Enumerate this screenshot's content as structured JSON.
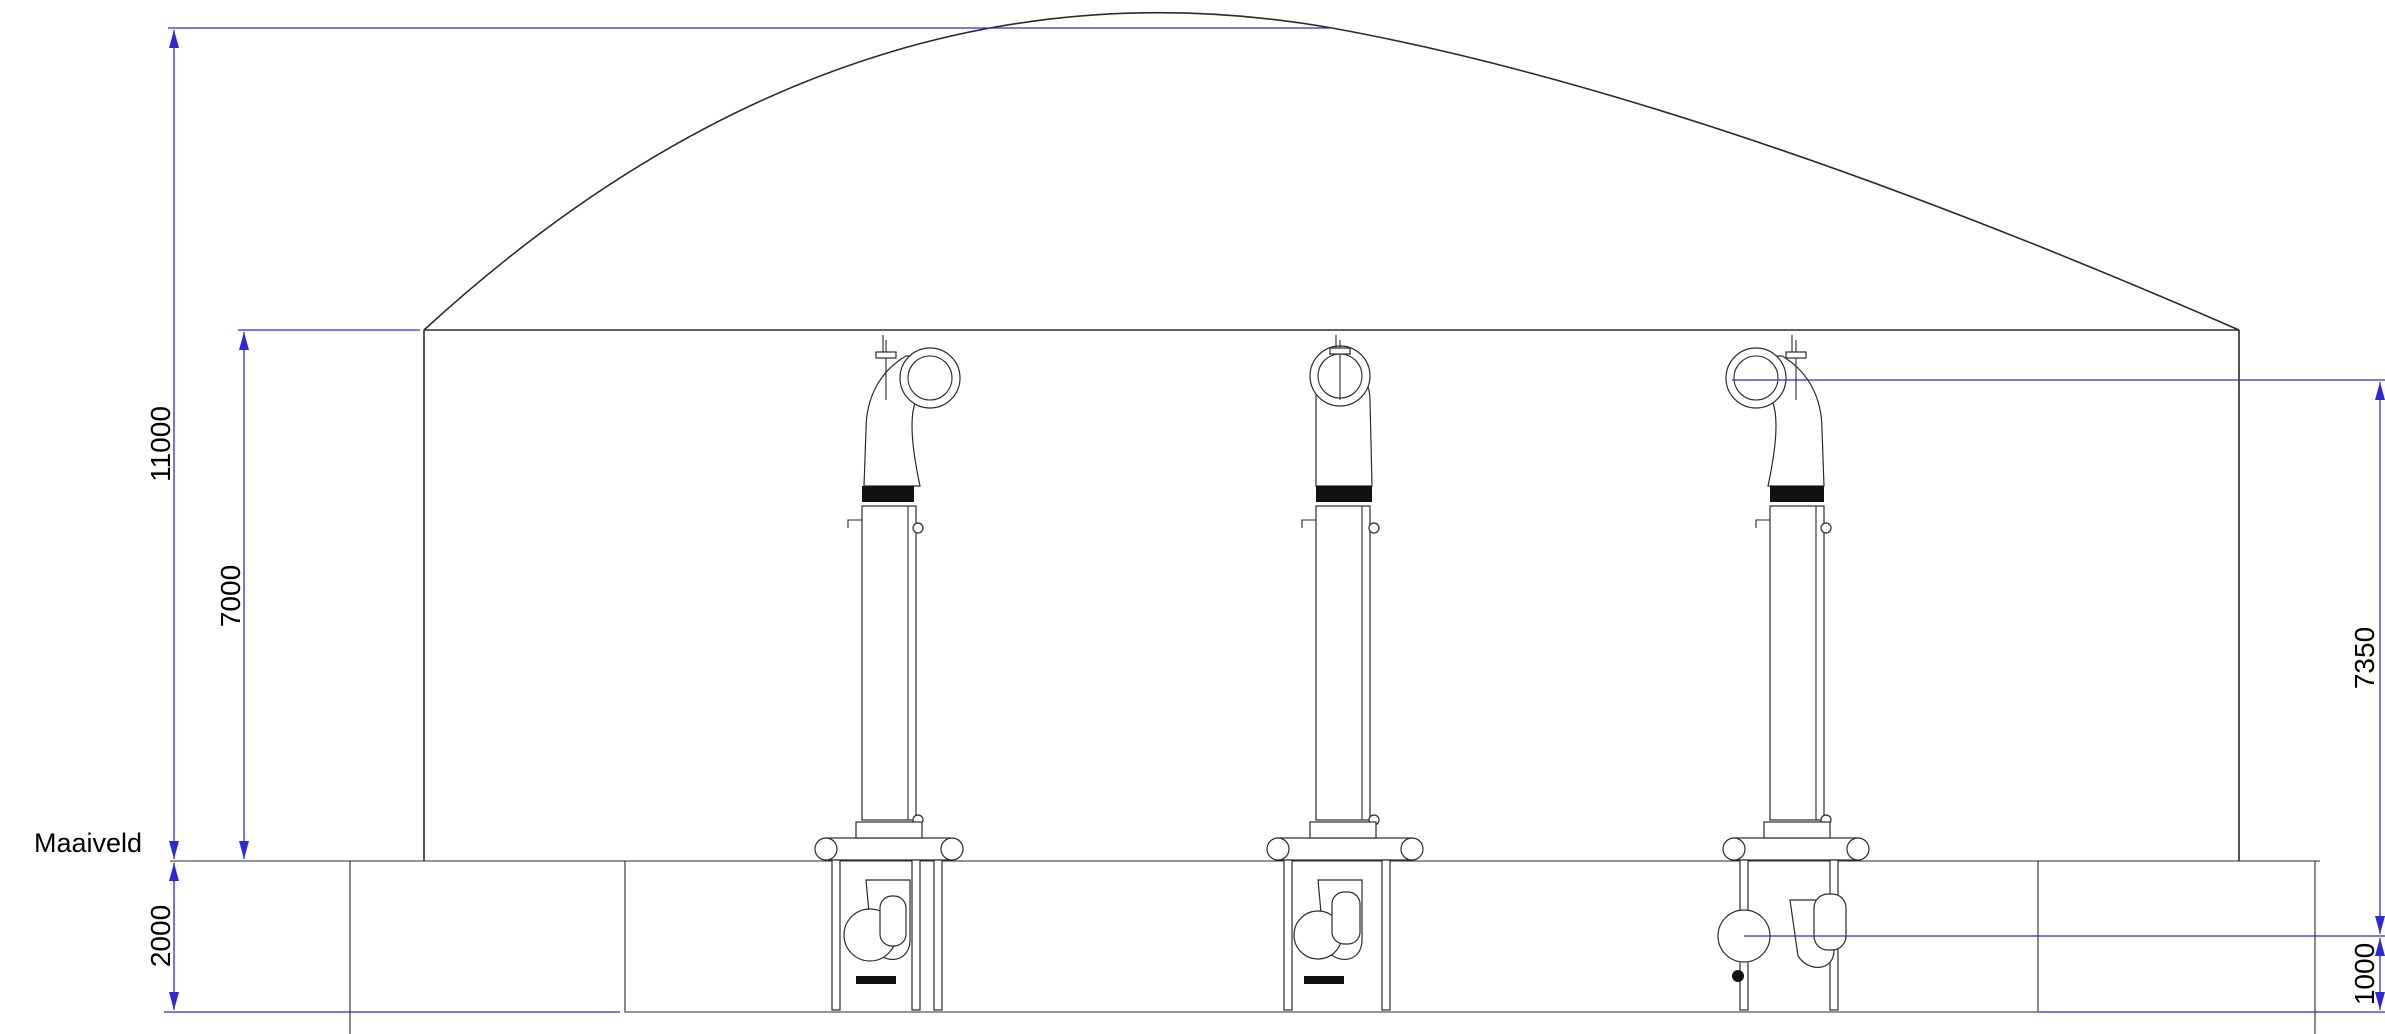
{
  "ground_label": "Maaiveld",
  "dimensions": {
    "total_height": "11000",
    "wall_height": "7000",
    "below_grade": "2000",
    "outlet_height": "7350",
    "inlet_depth": "1000"
  },
  "colors": {
    "dimension_line": "#2b2bd6",
    "outline": "#2b2b2b",
    "background": "#ffffff"
  }
}
